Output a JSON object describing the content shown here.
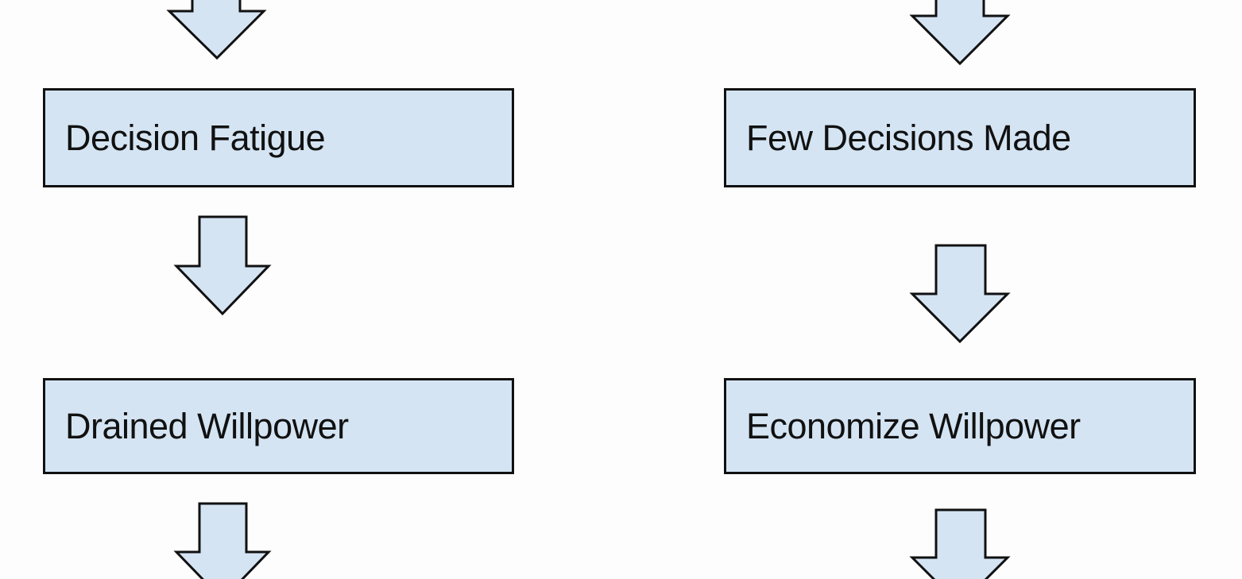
{
  "colors": {
    "fill": "#d4e4f3",
    "stroke": "#111111"
  },
  "left_column": {
    "boxes": [
      {
        "label": "Decision Fatigue"
      },
      {
        "label": "Drained Willpower"
      }
    ]
  },
  "right_column": {
    "boxes": [
      {
        "label": "Few Decisions Made"
      },
      {
        "label": "Economize Willpower"
      }
    ]
  }
}
